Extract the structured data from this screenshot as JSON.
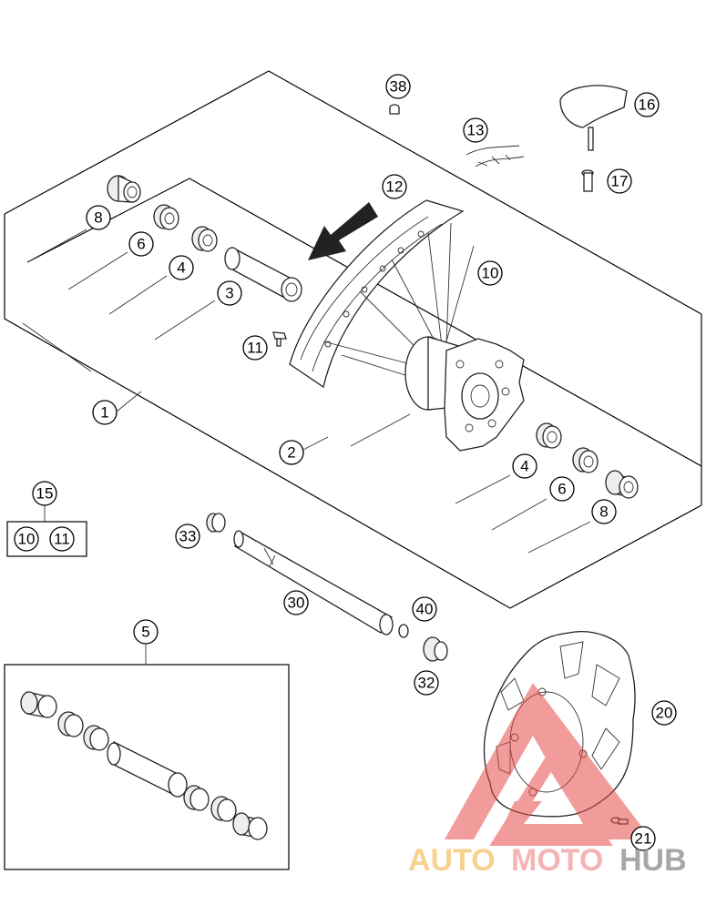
{
  "callouts": {
    "c1": "1",
    "c2": "2",
    "c3": "3",
    "c4a": "4",
    "c4b": "4",
    "c5": "5",
    "c6a": "6",
    "c6b": "6",
    "c8a": "8",
    "c8b": "8",
    "c10a": "10",
    "c10b": "10",
    "c11a": "11",
    "c11b": "11",
    "c12": "12",
    "c13": "13",
    "c15": "15",
    "c16": "16",
    "c17": "17",
    "c20": "20",
    "c21": "21",
    "c30": "30",
    "c32": "32",
    "c33": "33",
    "c38": "38",
    "c40": "40"
  },
  "watermark": {
    "part1": "AUTO",
    "part2": "MOTO",
    "part3": "HUB",
    "color1": "#f5c26b",
    "color2": "#f29b9b",
    "color3": "#8a8a8a",
    "logo_color": "#e84a4a"
  }
}
